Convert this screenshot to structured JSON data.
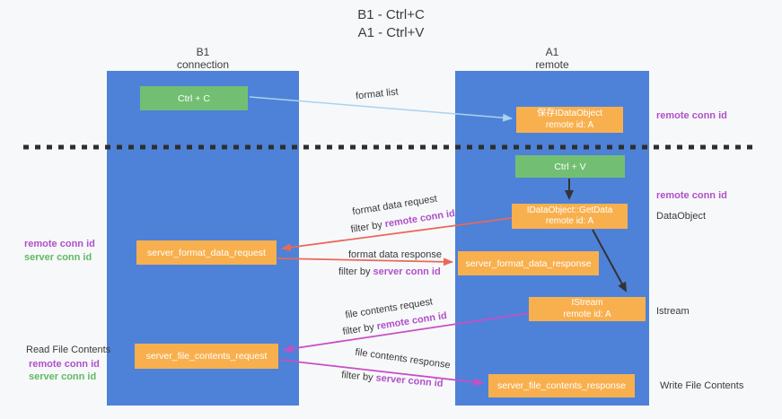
{
  "title": {
    "line1": "B1 - Ctrl+C",
    "line2": "A1 - Ctrl+V"
  },
  "lanes": {
    "left": {
      "name": "B1",
      "role": "connection"
    },
    "right": {
      "name": "A1",
      "role": "remote"
    }
  },
  "boxes": {
    "ctrl_c": {
      "label": "Ctrl + C"
    },
    "ctrl_v": {
      "label": "Ctrl + V"
    },
    "save_dataobject": {
      "line1": "保存IDataObject",
      "line2": "remote id: A"
    },
    "getdata": {
      "line1": "IDataObject::GetData",
      "line2": "remote id: A"
    },
    "istream": {
      "line1": "IStream",
      "line2": "remote id: A"
    },
    "format_request": {
      "label": "server_format_data_request"
    },
    "format_response": {
      "label": "server_format_data_response"
    },
    "file_request": {
      "label": "server_file_contents_request"
    },
    "file_response": {
      "label": "server_file_contents_response"
    }
  },
  "edge_labels": {
    "format_list": "format list",
    "format_data_request": "format data request",
    "format_data_response": "format data response",
    "file_contents_request": "file contents request",
    "file_contents_response": "file contents response",
    "filter_by": "filter by ",
    "remote_conn_id": "remote conn id",
    "server_conn_id": "server conn id"
  },
  "side_labels": {
    "left_mid": {
      "remote": "remote conn id",
      "server": "server conn id"
    },
    "left_bottom": {
      "title": "Read File Contents",
      "remote": "remote conn id",
      "server": "server conn id"
    },
    "right_top_remote": "remote conn id",
    "right_mid_remote": "remote conn id",
    "right_dataobject": "DataObject",
    "right_istream": "Istream",
    "right_write": "Write File Contents"
  },
  "colors": {
    "lane_blue": "#4d82d8",
    "box_green": "#72bf73",
    "box_orange": "#f8b04e",
    "purple_text": "#b050c8",
    "green_text": "#5fba61",
    "salmon_arrow": "#e8695b",
    "magenta_arrow": "#c74fc4",
    "light_blue_arrow": "#a9d3ee",
    "dashed_line": "#2e2e2e"
  }
}
